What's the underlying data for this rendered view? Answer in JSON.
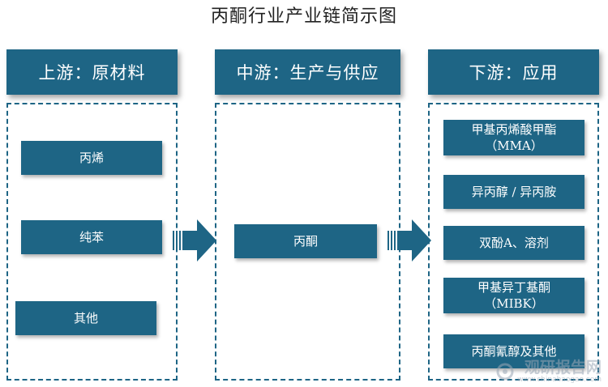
{
  "title": "丙酮行业产业链简示图",
  "columns": {
    "upstream": {
      "header": "上游：原材料",
      "items": [
        "丙烯",
        "纯苯",
        "其他"
      ]
    },
    "midstream": {
      "header": "中游：生产与供应",
      "items": [
        "丙酮"
      ]
    },
    "downstream": {
      "header": "下游：应用",
      "items": [
        {
          "line1": "甲基丙烯酸甲酯",
          "line2": "（MMA）"
        },
        {
          "line1": "异丙醇 / 异丙胺",
          "line2": ""
        },
        {
          "line1": "双酚A、溶剂",
          "line2": ""
        },
        {
          "line1": "甲基异丁基酮",
          "line2": "（MIBK）"
        },
        {
          "line1": "丙酮氰醇及其他",
          "line2": ""
        }
      ]
    }
  },
  "watermark": {
    "text": "观研报告网",
    "url": "www.chinabaogao.com"
  },
  "colors": {
    "primary": "#1e6585"
  }
}
